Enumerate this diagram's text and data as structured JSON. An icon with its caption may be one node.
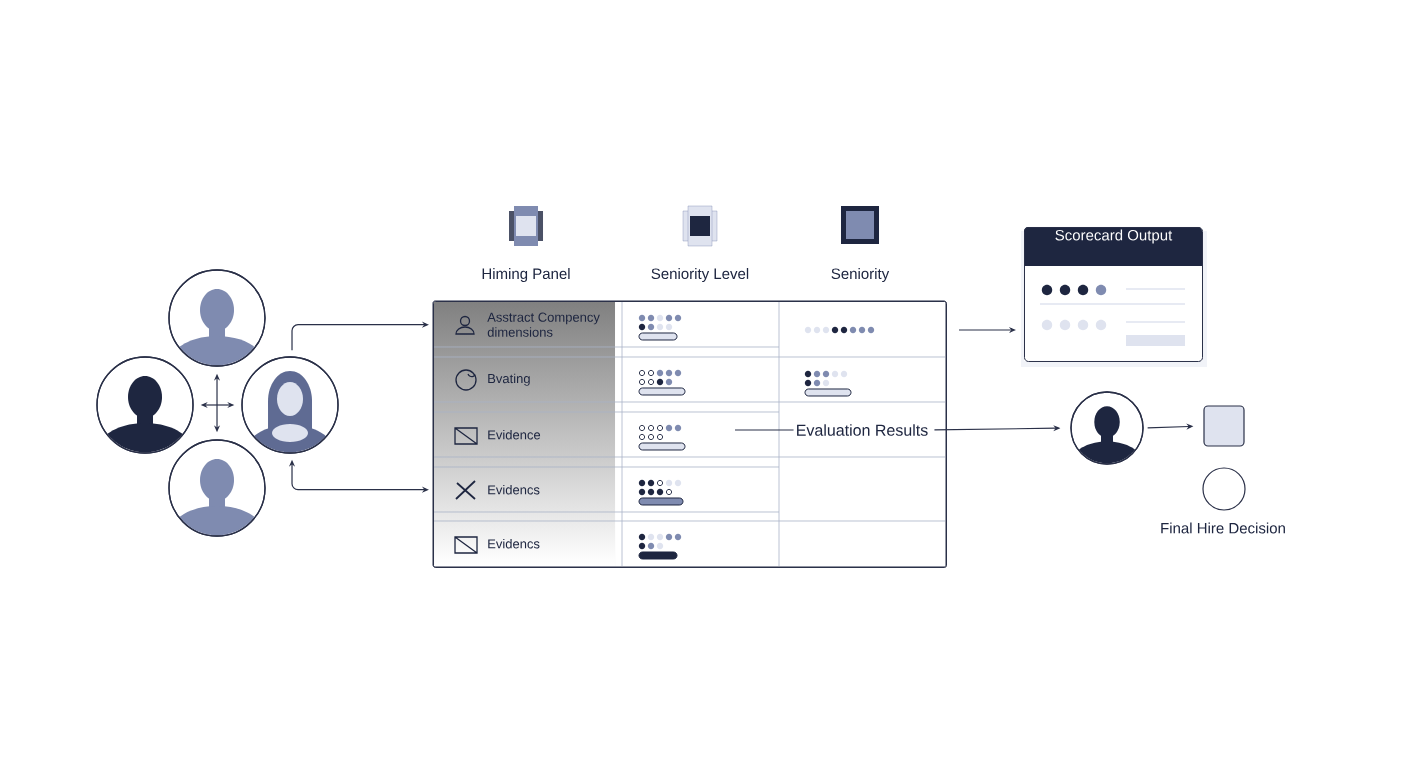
{
  "diagram": {
    "nodes": [
      {
        "text": [],
        "shape": "person"
      },
      {
        "text": [],
        "shape": "person"
      },
      {
        "text": [],
        "shape": "person"
      },
      {
        "text": [],
        "shape": "person"
      },
      {
        "text": [],
        "shape": "box"
      },
      {
        "text": [
          "Asstract Compency dimensions"
        ],
        "in": 4
      },
      {
        "text": [
          "Bvating"
        ],
        "in": 4
      },
      {
        "text": [
          "Evidence"
        ],
        "in": 4
      },
      {
        "text": [
          "Evidencs"
        ],
        "in": 4
      },
      {
        "text": [
          "Evidencs"
        ],
        "in": 4
      },
      {
        "text": [
          "Evaluation Results"
        ],
        "in": 4
      },
      {
        "text": [
          "Scorecard Output"
        ]
      },
      {
        "text": [],
        "shape": "person"
      },
      {
        "text": [],
        "shape": "box"
      },
      {
        "text": [],
        "shape": "circle",
        "beside": [
          "Final Hire Decision"
        ]
      }
    ],
    "edges": [
      {
        "from": 0,
        "to": 3,
        "arrow": "both"
      },
      {
        "from": 1,
        "to": 2,
        "arrow": "both"
      },
      {
        "from": 2,
        "to": 5,
        "arrow": "to"
      },
      {
        "from": 2,
        "to": 8,
        "arrow": "both"
      },
      {
        "from": 4,
        "to": 11,
        "arrow": "to"
      },
      {
        "from": null,
        "to": 10,
        "arrow": "none"
      },
      {
        "from": 10,
        "to": 12,
        "arrow": "to"
      },
      {
        "from": 12,
        "to": 13,
        "arrow": "to"
      }
    ],
    "labels": [
      "Himing Panel",
      "Seniority Level",
      "Seniority"
    ]
  }
}
